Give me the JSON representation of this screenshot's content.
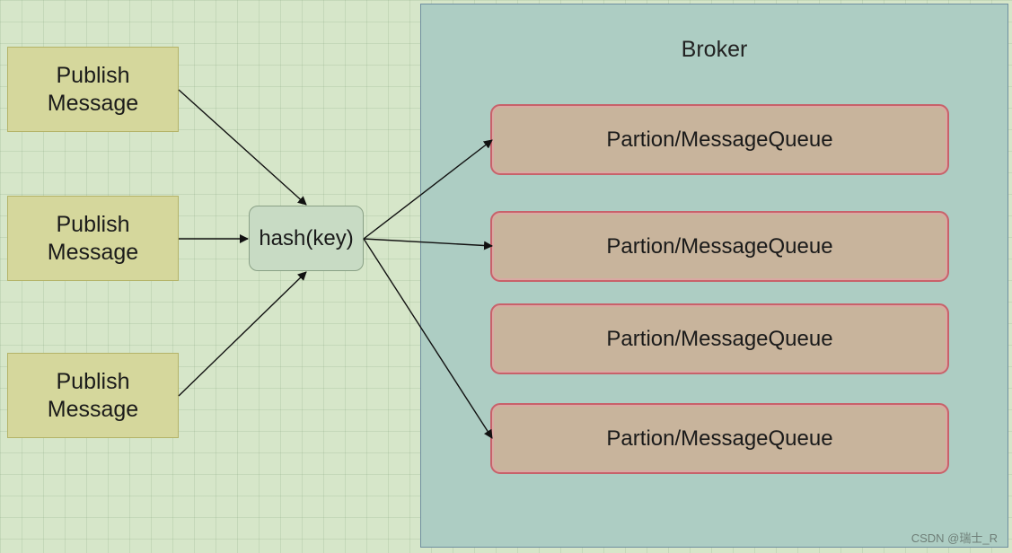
{
  "broker": {
    "title": "Broker"
  },
  "publishers": [
    {
      "label": "Publish\nMessage"
    },
    {
      "label": "Publish\nMessage"
    },
    {
      "label": "Publish\nMessage"
    }
  ],
  "hash_node": {
    "label": "hash(key)"
  },
  "queues": [
    {
      "label": "Partion/MessageQueue"
    },
    {
      "label": "Partion/MessageQueue"
    },
    {
      "label": "Partion/MessageQueue"
    },
    {
      "label": "Partion/MessageQueue"
    }
  ],
  "watermark": "CSDN @瑞士_R",
  "colors": {
    "background": "#d6e6c9",
    "broker_fill": "#adcdc3",
    "publisher_fill": "#d5d79c",
    "hash_fill": "#c8dbc4",
    "queue_fill": "#c8b49c",
    "queue_border": "#c8616a"
  }
}
